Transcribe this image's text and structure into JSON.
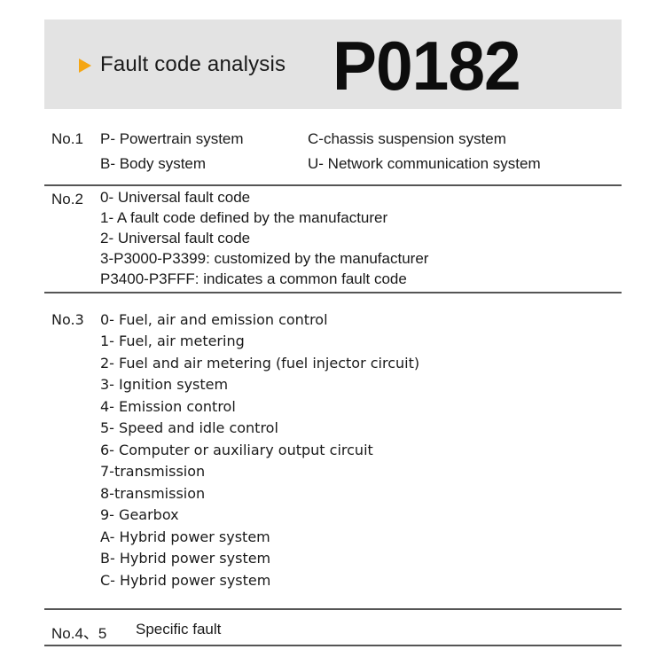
{
  "header": {
    "icon": "triangle-right-icon",
    "accent_color": "#f5a614",
    "title": "Fault code analysis",
    "code": "P0182"
  },
  "sections": {
    "no1": {
      "label": "No.1",
      "col1": [
        "P- Powertrain system",
        "B- Body system"
      ],
      "col2": [
        "C-chassis suspension system",
        "U- Network communication system"
      ]
    },
    "no2": {
      "label": "No.2",
      "items": [
        "0- Universal fault code",
        "1- A fault code defined by the manufacturer",
        "2- Universal fault code",
        "3-P3000-P3399: customized by the manufacturer",
        "P3400-P3FFF: indicates a common fault code"
      ]
    },
    "no3": {
      "label": "No.3",
      "items": [
        "0- Fuel, air and emission control",
        "1- Fuel, air metering",
        "2- Fuel and air metering (fuel injector circuit)",
        "3- Ignition system",
        "4- Emission control",
        "5- Speed and idle control",
        "6- Computer or auxiliary output circuit",
        "7-transmission",
        "8-transmission",
        "9- Gearbox",
        "A- Hybrid power system",
        "B- Hybrid power system",
        "C- Hybrid power system"
      ]
    },
    "no45": {
      "label": "No.4、5",
      "text": "Specific fault"
    }
  }
}
